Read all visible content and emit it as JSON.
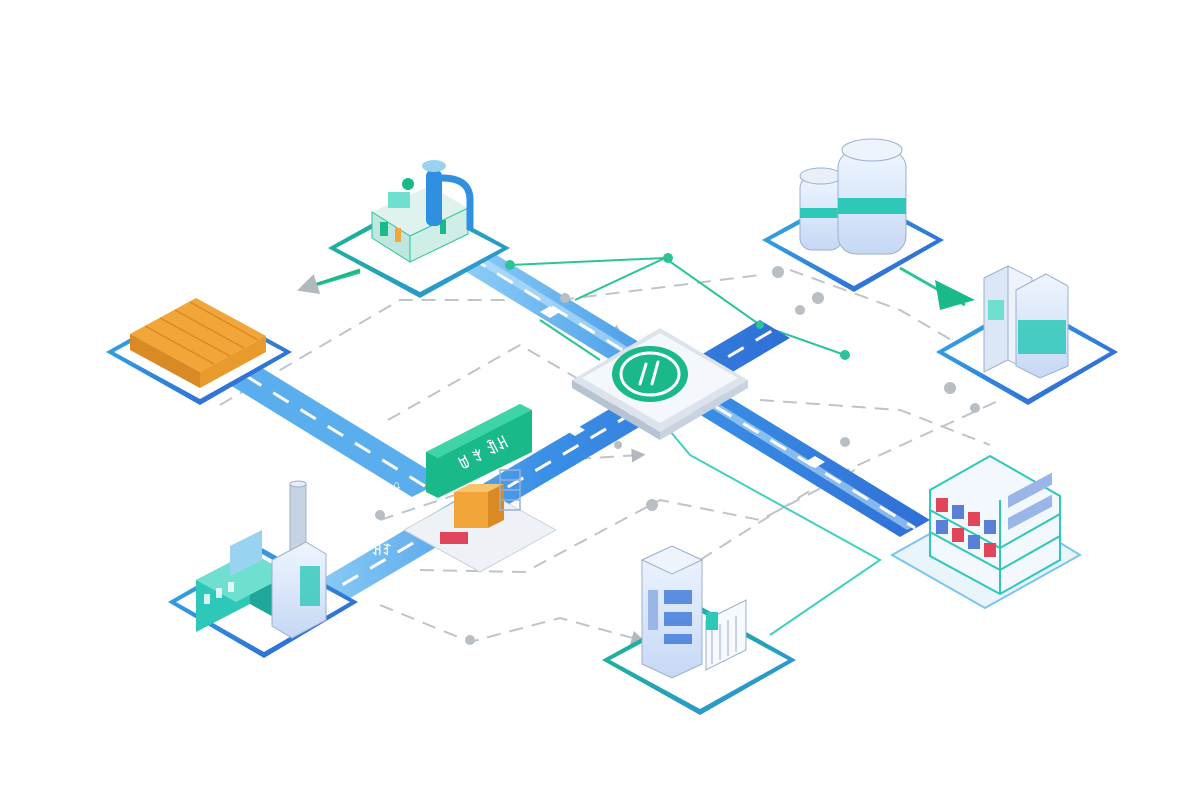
{
  "labels": {
    "container_sign": "ꌂ ꇬ ꀉꃅ",
    "road_mark_upper": "ꀉꁱ",
    "road_mark_lower": "ꃅꆈ",
    "road_mark_small": "ꂷ"
  },
  "colors": {
    "road_blue": "#3a8fe6",
    "road_light": "#7cc4f2",
    "accent_green": "#19b98a",
    "accent_teal": "#2ec8b8",
    "platform_blue": "#2f6fd6",
    "pallet_orange": "#f2a63a",
    "dash_gray": "#b9bec4"
  },
  "nodes": [
    {
      "id": "center-hub",
      "icon": "hub-check-icon"
    },
    {
      "id": "pump-station",
      "icon": "pump-station-icon"
    },
    {
      "id": "storage-tanks",
      "icon": "storage-tank-icon"
    },
    {
      "id": "pallet",
      "icon": "pallet-icon"
    },
    {
      "id": "cold-storage",
      "icon": "cold-storage-icon"
    },
    {
      "id": "distribution-center",
      "icon": "shipping-container-icon"
    },
    {
      "id": "factory",
      "icon": "factory-icon"
    },
    {
      "id": "warehouse-rack",
      "icon": "warehouse-rack-icon"
    },
    {
      "id": "data-tower",
      "icon": "server-tower-icon"
    }
  ]
}
